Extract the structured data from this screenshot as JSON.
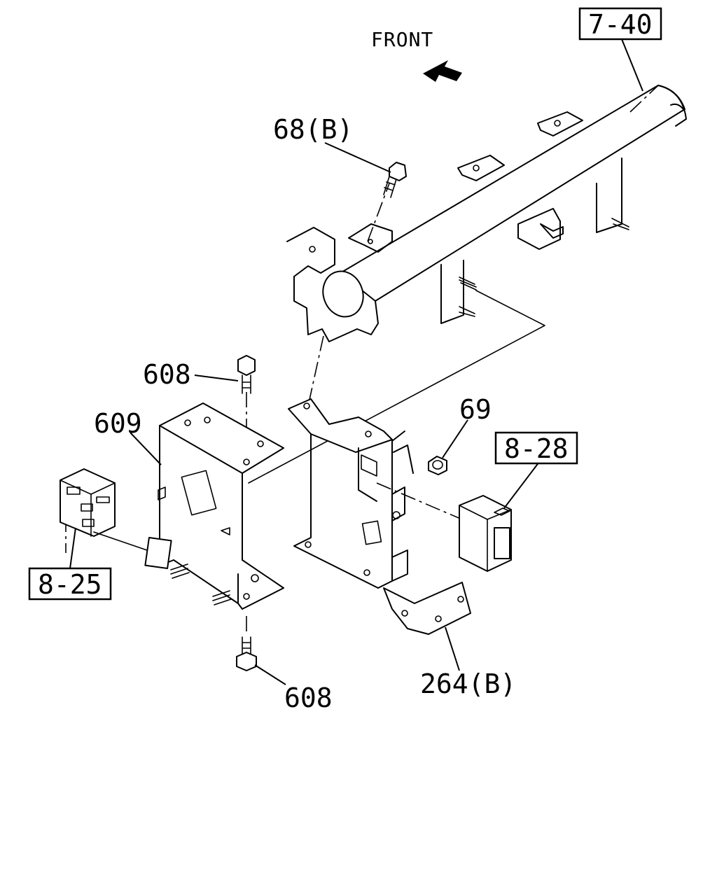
{
  "orientation": {
    "front_label": "FRONT"
  },
  "part_labels": {
    "bolt_68b": "68(B)",
    "bolt_608_top": "608",
    "bracket_609": "609",
    "nut_69": "69",
    "bolt_608_bottom": "608",
    "bracket_264b": "264(B)"
  },
  "reference_labels": {
    "ref_7_40": "7-40",
    "ref_8_28": "8-28",
    "ref_8_25": "8-25"
  },
  "icons": {
    "front_arrow": "arrow-up-left-icon"
  }
}
